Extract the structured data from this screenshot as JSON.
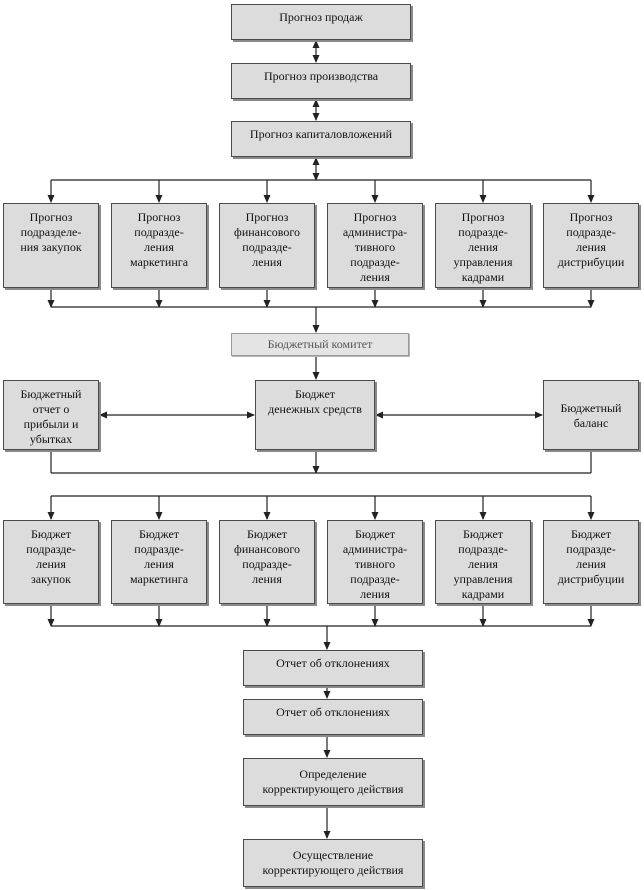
{
  "nodes": {
    "sales_forecast": "Прогноз продаж",
    "production_forecast": "Прогноз производства",
    "capex_forecast": "Прогноз капиталовложений",
    "forecast_purchasing": "Прогноз\nподразделе-\nния закупок",
    "forecast_marketing": "Прогноз\nподразде-\nления\nмаркетинга",
    "forecast_finance": "Прогноз\nфинансового\nподразде-\nления",
    "forecast_admin": "Прогноз\nадминистра-\nтивного\nподразде-\nления",
    "forecast_hr": "Прогноз\nподразде-\nления\nуправления\nкадрами",
    "forecast_distribution": "Прогноз\nподразде-\nления\nдистрибуции",
    "budget_committee": "Бюджетный комитет",
    "profit_loss_report": "Бюджетный\nотчет о\nприбыли и\nубытках",
    "cash_budget": "Бюджет\nденежных средств",
    "budget_balance": "Бюджетный\nбаланс",
    "budget_purchasing": "Бюджет\nподразде-\nления\nзакупок",
    "budget_marketing": "Бюджет\nподразде-\nления\nмаркетинга",
    "budget_finance": "Бюджет\nфинансового\nподразде-\nления",
    "budget_admin": "Бюджет\nадминистра-\nтивного\nподразде-\nления",
    "budget_hr": "Бюджет\nподразде-\nления\nуправления\nкадрами",
    "budget_distribution": "Бюджет\nподразде-\nления\nдистрибуции",
    "variance_report_1": "Отчет об отклонениях",
    "variance_report_2": "Отчет об отклонениях",
    "corrective_action_determination": "Определение\nкорректирующего действия",
    "corrective_action_implementation": "Осуществление\nкорректирующего действия"
  },
  "colors": {
    "box_fill": "#dcdcdc",
    "box_border": "#4a4a4a",
    "line": "#222222"
  }
}
